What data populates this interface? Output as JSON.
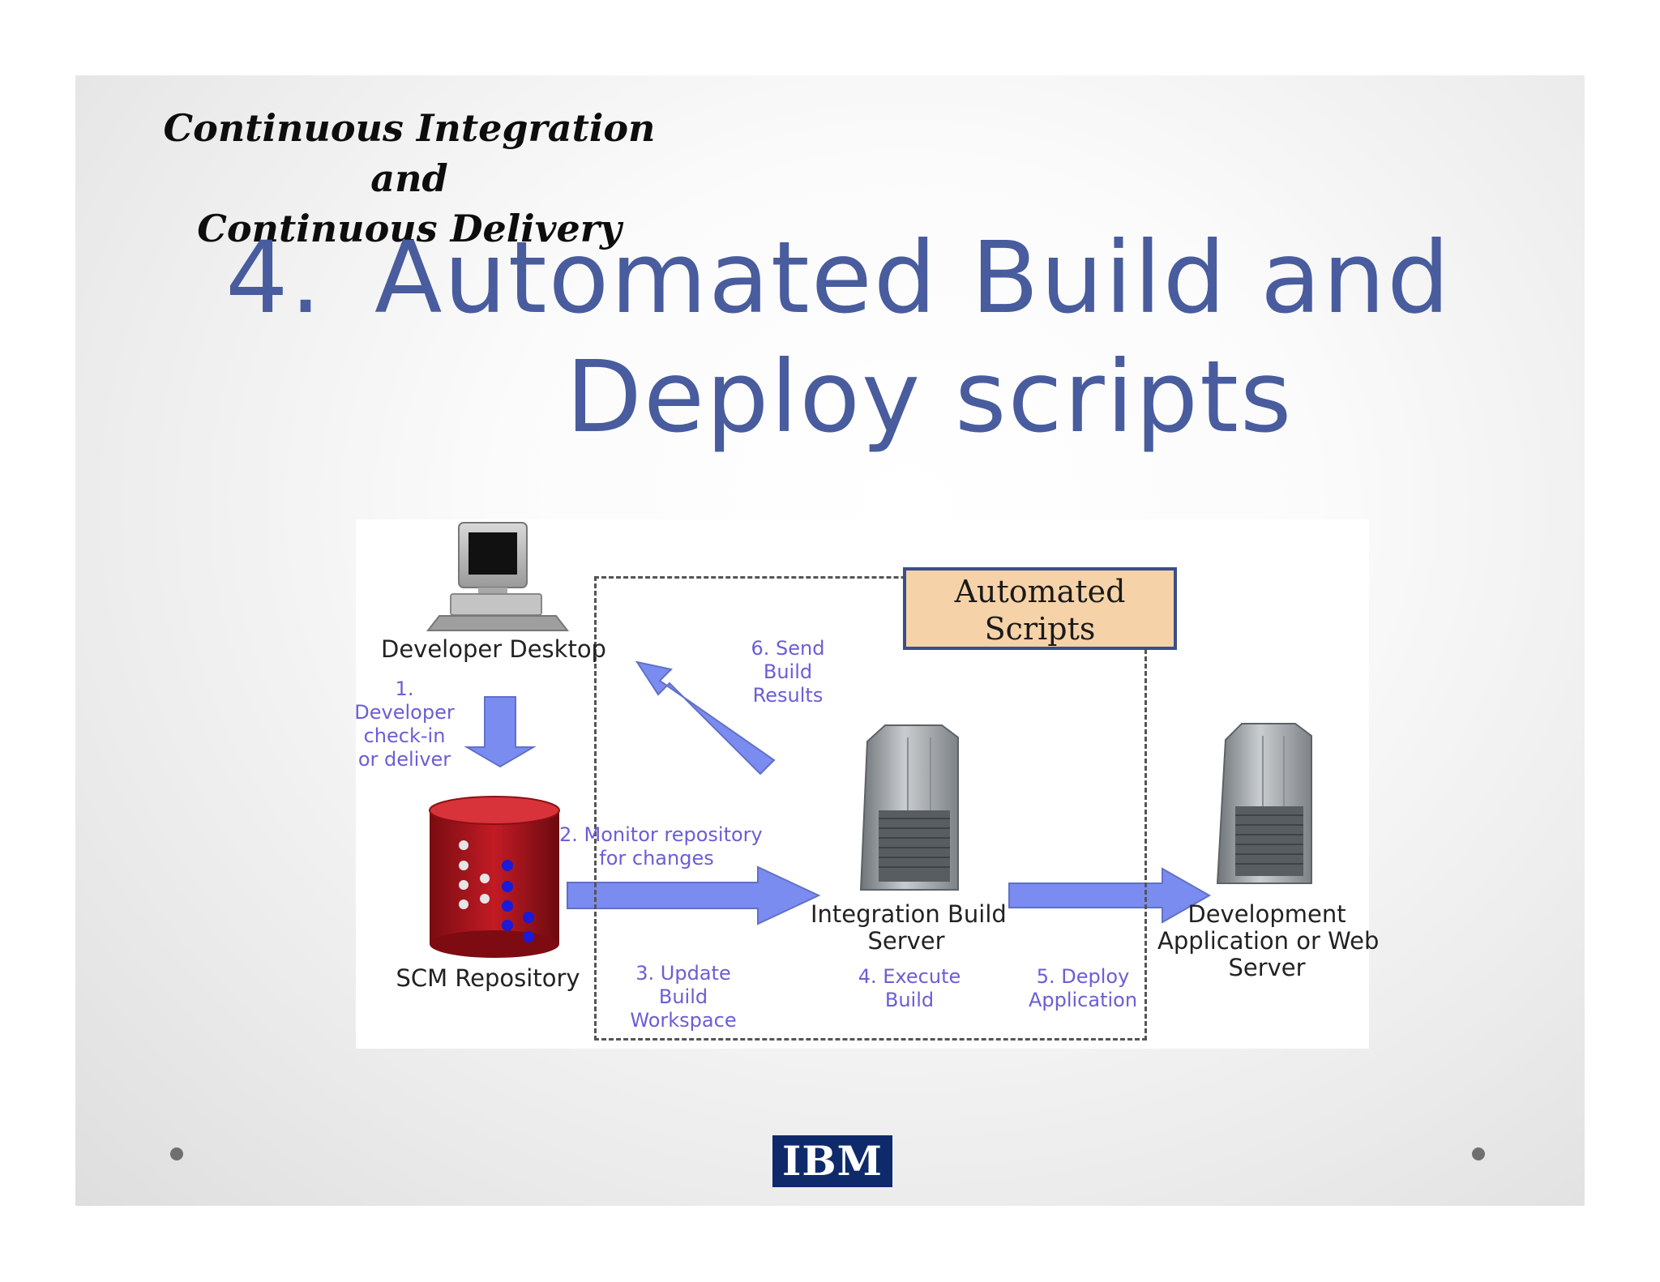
{
  "header": {
    "subtitle_line1": "Continuous Integration and",
    "subtitle_line2": "Continuous Delivery",
    "title_number": "4.",
    "title_line1": "Automated Build and",
    "title_line2": "Deploy scripts"
  },
  "diagram": {
    "developer_desktop": "Developer Desktop",
    "step1_line1": "1.",
    "step1_line2": "Developer",
    "step1_line3": "check-in",
    "step1_line4": "or deliver",
    "scm_repository": "SCM Repository",
    "step2_line1": "2. Monitor repository",
    "step2_line2": "for changes",
    "step3_line1": "3. Update",
    "step3_line2": "Build",
    "step3_line3": "Workspace",
    "integration_server_line1": "Integration Build",
    "integration_server_line2": "Server",
    "step4_line1": "4. Execute",
    "step4_line2": "Build",
    "step5_line1": "5. Deploy",
    "step5_line2": "Application",
    "step6_line1": "6. Send",
    "step6_line2": "Build",
    "step6_line3": "Results",
    "dev_server_line1": "Development",
    "dev_server_line2": "Application or Web",
    "dev_server_line3": "Server",
    "automated_line1": "Automated",
    "automated_line2": "Scripts"
  },
  "footer": {
    "logo_text": "IBM"
  },
  "colors": {
    "title": "#485c9e",
    "arrow": "#7b8cf0",
    "step_text": "#6a5ed6",
    "automated_box_fill": "#f6d2a8",
    "automated_box_border": "#3a4f8c",
    "repository": "#a0141c"
  },
  "icons": [
    "desktop-computer-icon",
    "database-cylinder-icon",
    "server-tower-icon",
    "ibm-logo"
  ]
}
